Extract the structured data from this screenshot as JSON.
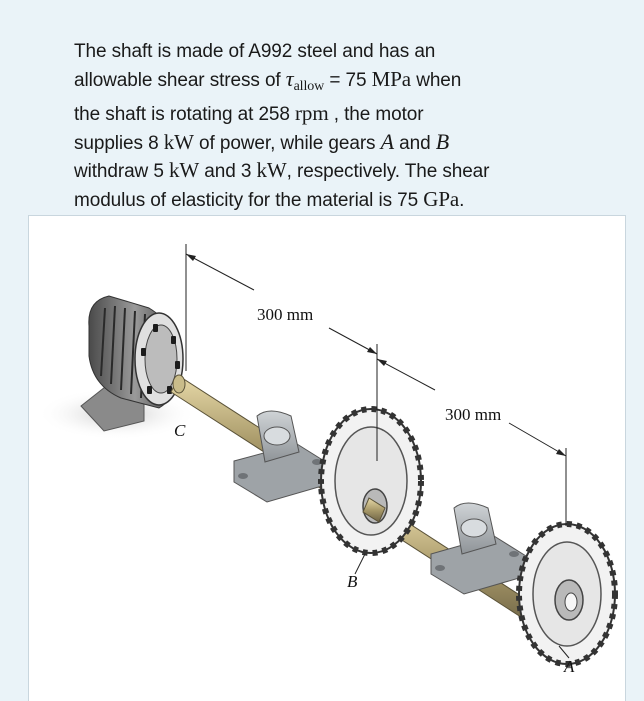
{
  "problem": {
    "line1": "The shaft is made of A992 steel and has an",
    "line2_pre": "allowable shear stress of ",
    "tau_symbol": "τ",
    "tau_subscript": "allow",
    "line2_eq": " = 75 ",
    "stress_unit": "MPa",
    "line2_post": " when",
    "line3_pre": "the shaft is rotating at 258 ",
    "speed_unit": "rpm",
    "line3_post": " , the motor",
    "line4_pre": "supplies 8 ",
    "power_unit_1": "kW",
    "line4_mid": " of power, while gears ",
    "gear_a": "A",
    "line4_and": " and ",
    "gear_b": "B",
    "line5_pre": "withdraw 5 ",
    "power_unit_2": "kW",
    "line5_mid": " and 3 ",
    "power_unit_3": "kW",
    "line5_post": ", respectively. The shear",
    "line6_pre": "modulus of elasticity for the material is 75 ",
    "modulus_unit": "GPa",
    "line6_post": "."
  },
  "figure": {
    "dim1": "300 mm",
    "dim2": "300 mm",
    "label_c": "C",
    "label_b": "B",
    "label_a": "A"
  }
}
